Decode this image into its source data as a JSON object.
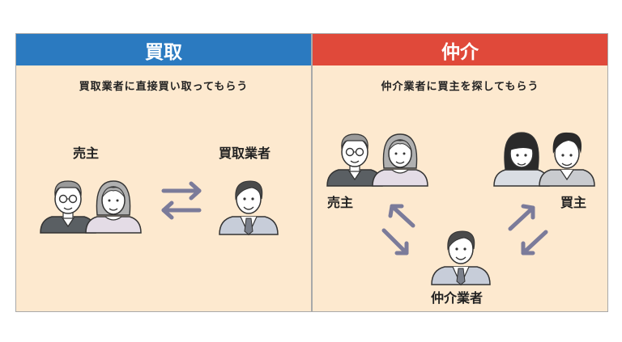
{
  "left": {
    "title": "買取",
    "subtitle": "買取業者に直接買い取ってもらう",
    "seller_label": "売主",
    "buyer_label": "買取業者"
  },
  "right": {
    "title": "仲介",
    "subtitle": "仲介業者に買主を探してもらう",
    "seller_label": "売主",
    "buyer_label": "買主",
    "agent_label": "仲介業者"
  },
  "colors": {
    "buy_header": "#2b7ac0",
    "broker_header": "#e0493a",
    "panel_bg": "#fde9cf",
    "arrow": "#7b7b9a"
  }
}
